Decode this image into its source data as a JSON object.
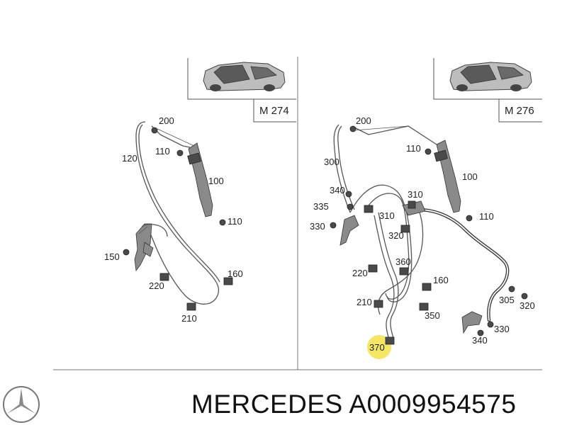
{
  "footer": {
    "brand": "MERCEDES",
    "part_number": "A0009954575",
    "logo_icon": "mercedes-star-icon"
  },
  "panels": [
    {
      "model_label": "M 274",
      "car_icon": "car-silhouette-icon",
      "callouts": [
        "200",
        "110",
        "120",
        "100",
        "110",
        "150",
        "160",
        "220",
        "210"
      ]
    },
    {
      "model_label": "M 276",
      "car_icon": "car-silhouette-icon",
      "callouts": [
        "200",
        "110",
        "300",
        "100",
        "340",
        "310",
        "335",
        "310",
        "110",
        "330",
        "320",
        "360",
        "220",
        "160",
        "210",
        "350",
        "305",
        "320",
        "330",
        "340",
        "370"
      ]
    }
  ],
  "colors": {
    "highlight": "#f3e24a",
    "line": "#555555",
    "text": "#222222"
  }
}
